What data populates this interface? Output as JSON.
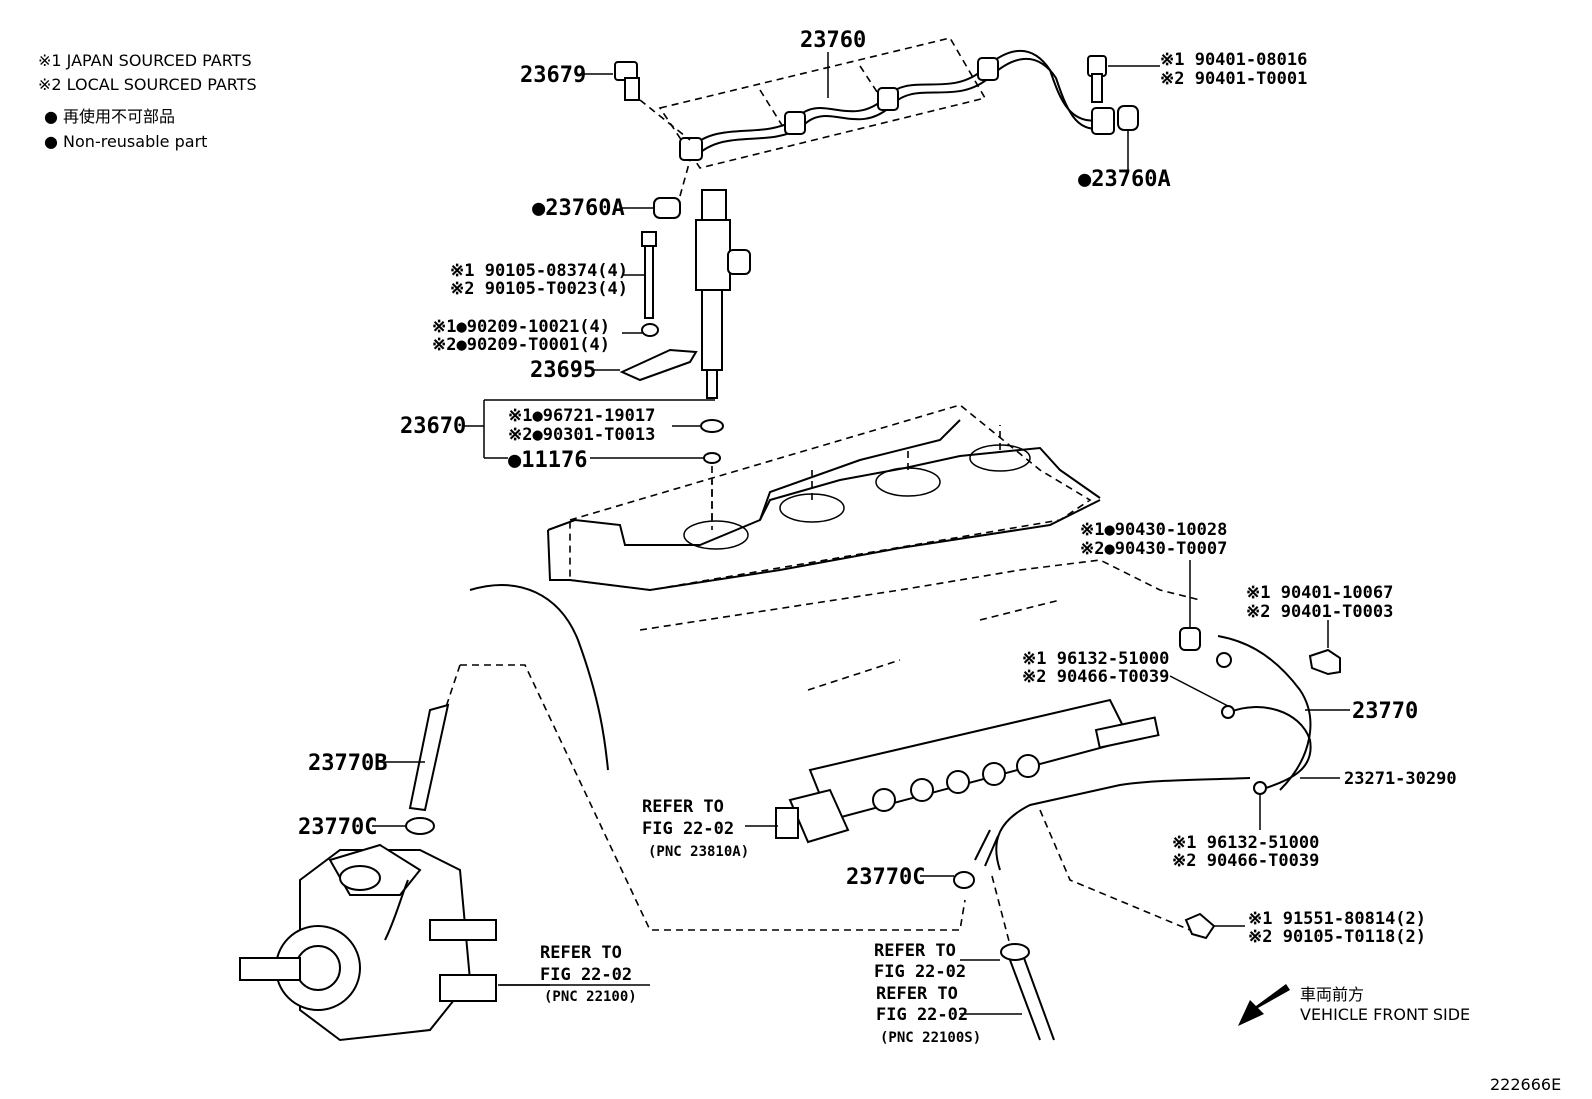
{
  "legend": {
    "line1": "※1 JAPAN SOURCED PARTS",
    "line2": "※2 LOCAL SOURCED PARTS",
    "line3": "● 再使用不可部品",
    "line4": "● Non-reusable part"
  },
  "parts": {
    "p23760": "23760",
    "p23679": "23679",
    "p90401_08016": "※1 90401-08016",
    "p90401_T0001": "※2 90401-T0001",
    "p23760A_right": "●23760A",
    "p23760A_left": "●23760A",
    "p90105_08374": "※1 90105-08374(4)",
    "p90105_T0023": "※2 90105-T0023(4)",
    "p90209_10021": "※1●90209-10021(4)",
    "p90209_T0001": "※2●90209-T0001(4)",
    "p23695": "23695",
    "p23670": "23670",
    "p96721_19017": "※1●96721-19017",
    "p90301_T0013": "※2●90301-T0013",
    "p11176": "●11176",
    "p90430_10028": "※1●90430-10028",
    "p90430_T0007": "※2●90430-T0007",
    "p90401_10067": "※1 90401-10067",
    "p90401_T0003": "※2 90401-T0003",
    "p96132_51000_a": "※1 96132-51000",
    "p90466_T0039_a": "※2 90466-T0039",
    "p23770": "23770",
    "p23271_30290": "23271-30290",
    "p96132_51000_b": "※1 96132-51000",
    "p90466_T0039_b": "※2 90466-T0039",
    "p91551_80814": "※1 91551-80814(2)",
    "p90105_T0118": "※2 90105-T0118(2)",
    "p23770B": "23770B",
    "p23770C_left": "23770C",
    "p23770C_right": "23770C"
  },
  "refs": {
    "r1_a": "REFER TO",
    "r1_b": "FIG 22-02",
    "r1_c": "(PNC 23810A)",
    "r2_a": "REFER TO",
    "r2_b": "FIG 22-02",
    "r2_c": "(PNC 22100)",
    "r3_a": "REFER TO",
    "r3_b": "FIG 22-02",
    "r4_a": "REFER TO",
    "r4_b": "FIG 22-02",
    "r4_c": "(PNC 22100S)"
  },
  "direction": {
    "jp": "車両前方",
    "en": "VEHICLE FRONT SIDE",
    "arrow_icon": "front-direction-arrow"
  },
  "figure_id": "222666E"
}
